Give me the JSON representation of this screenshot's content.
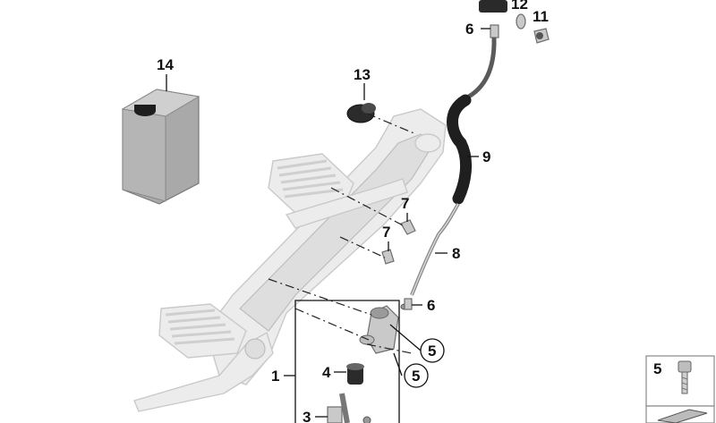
{
  "callouts": [
    {
      "id": "c1",
      "label": "1"
    },
    {
      "id": "c3",
      "label": "3"
    },
    {
      "id": "c4",
      "label": "4"
    },
    {
      "id": "c5a",
      "label": "5"
    },
    {
      "id": "c5b",
      "label": "5"
    },
    {
      "id": "c6a",
      "label": "6"
    },
    {
      "id": "c6b",
      "label": "6"
    },
    {
      "id": "c7a",
      "label": "7"
    },
    {
      "id": "c7b",
      "label": "7"
    },
    {
      "id": "c8",
      "label": "8"
    },
    {
      "id": "c9",
      "label": "9"
    },
    {
      "id": "c11",
      "label": "11"
    },
    {
      "id": "c12",
      "label": "12"
    },
    {
      "id": "c13",
      "label": "13"
    },
    {
      "id": "c14",
      "label": "14"
    }
  ],
  "inset": {
    "label": "5"
  }
}
